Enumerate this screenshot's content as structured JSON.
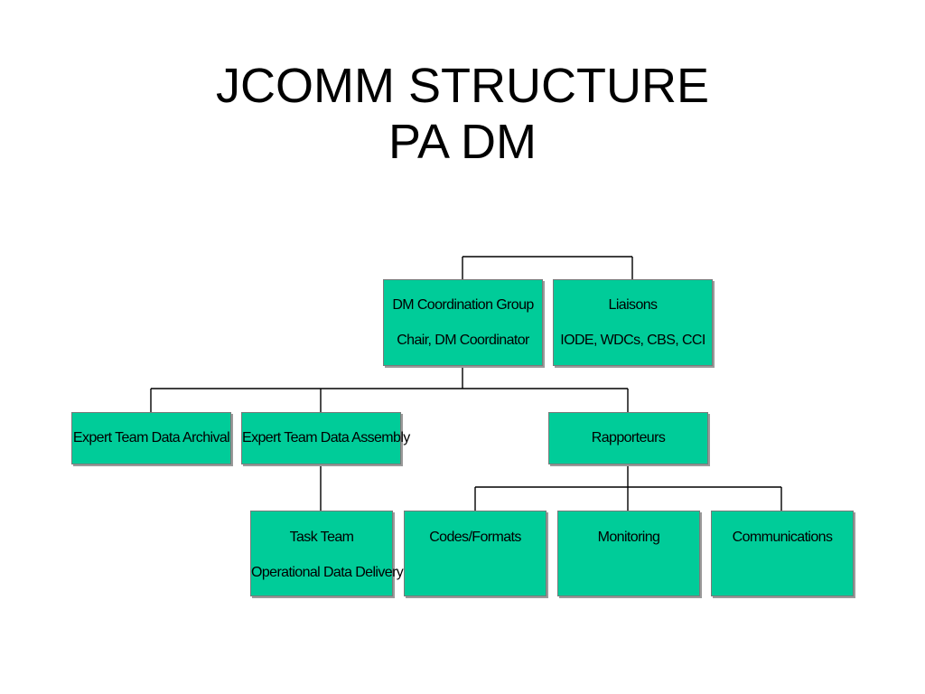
{
  "title": {
    "line1": "JCOMM STRUCTURE",
    "line2": "PA DM"
  },
  "colors": {
    "box_fill": "#00cc99",
    "box_border": "#7a7a7a",
    "connector": "#000000",
    "text": "#000000"
  },
  "nodes": {
    "dm_coordination_group": {
      "line1": "DM Coordination Group",
      "line2": "Chair, DM Coordinator"
    },
    "liaisons": {
      "line1": "Liaisons",
      "line2": "IODE, WDCs, CBS, CCI"
    },
    "expert_team_data_archival": {
      "line1": "Expert Team Data Archival"
    },
    "expert_team_data_assembly": {
      "line1": "Expert Team Data Assembly"
    },
    "rapporteurs": {
      "line1": "Rapporteurs"
    },
    "task_team": {
      "line1": "Task Team",
      "line2": "Operational Data Delivery"
    },
    "codes_formats": {
      "line1": "Codes/Formats"
    },
    "monitoring": {
      "line1": "Monitoring"
    },
    "communications": {
      "line1": "Communications"
    }
  }
}
